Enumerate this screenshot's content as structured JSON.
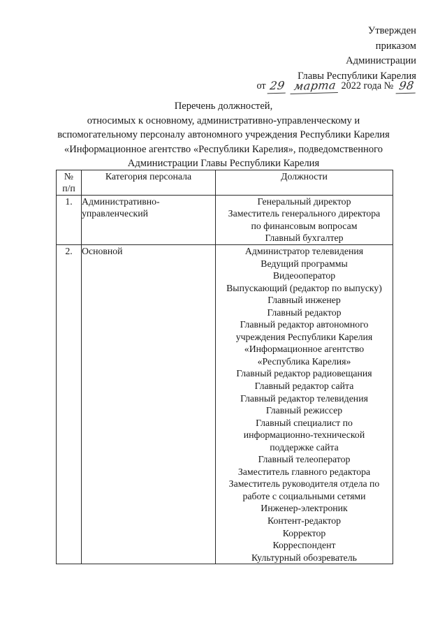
{
  "approval": {
    "lines": [
      "Утвержден",
      "приказом",
      "Администрации",
      "Главы Республики Карелия"
    ]
  },
  "dateline": {
    "prefix": "от",
    "day": "29",
    "month": "марта",
    "year_label": "2022 года",
    "number_label": "№",
    "number": "98"
  },
  "title": {
    "lines": [
      "Перечень должностей,",
      "относимых к основному, административно-управленческому и",
      "вспомогательному персоналу автономного учреждения Республики Карелия",
      "«Информационное агентство «Республики Карелия», подведомственного",
      "Администрации Главы Республики Карелия"
    ]
  },
  "table": {
    "headers": {
      "num_top": "№",
      "num_bottom": "п/п",
      "category": "Категория персонала",
      "positions": "Должности"
    },
    "rows": [
      {
        "num": "1.",
        "category_lines": [
          "Административно-",
          "управленческий"
        ],
        "positions": [
          "Генеральный директор",
          "Заместитель генерального директора",
          "по финансовым вопросам",
          "Главный бухгалтер"
        ]
      },
      {
        "num": "2.",
        "category_lines": [
          "Основной"
        ],
        "positions": [
          "Администратор телевидения",
          "Ведущий программы",
          "Видеооператор",
          "Выпускающий (редактор по выпуску)",
          "Главный инженер",
          "Главный редактор",
          "Главный редактор автономного",
          "учреждения Республики Карелия",
          "«Информационное агентство",
          "«Республика Карелия»",
          "Главный редактор радиовещания",
          "Главный редактор сайта",
          "Главный редактор телевидения",
          "Главный режиссер",
          "Главный специалист по",
          "информационно-технической",
          "поддержке сайта",
          "Главный телеоператор",
          "Заместитель главного редактора",
          "Заместитель руководителя отдела по",
          "работе с социальными сетями",
          "Инженер-электроник",
          "Контент-редактор",
          "Корректор",
          "Корреспондент",
          "Культурный обозреватель"
        ]
      }
    ]
  },
  "colors": {
    "text": "#181818",
    "border": "#2a2a2a",
    "handwriting": "#2c2c2c",
    "page_background": "#ffffff"
  }
}
